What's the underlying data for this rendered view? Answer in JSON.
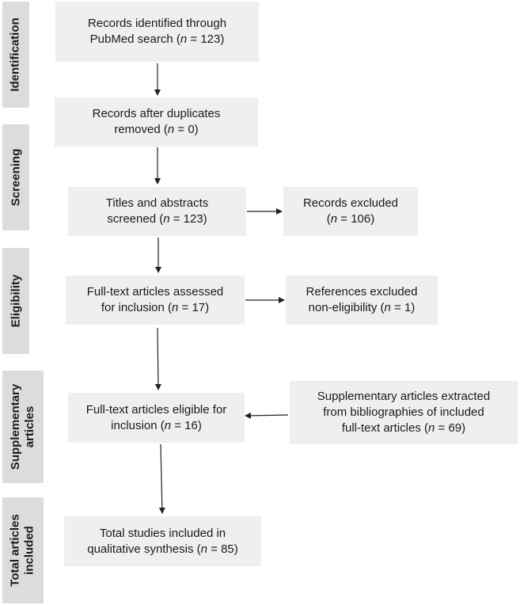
{
  "phases": {
    "identification": [
      "Identification"
    ],
    "screening": [
      "Screening"
    ],
    "eligibility": [
      "Eligibility"
    ],
    "supplementary": [
      "Supplementary",
      "articles"
    ],
    "total": [
      "Total articles",
      "included"
    ]
  },
  "boxes": {
    "records_identified": {
      "line1": "Records identified through",
      "line2_pre": "PubMed search (",
      "n_label": "n",
      "line2_post": " = 123)"
    },
    "after_duplicates": {
      "line1": "Records after duplicates",
      "line2_pre": "removed (",
      "n_label": "n",
      "line2_post": " = 0)"
    },
    "titles_screened": {
      "line1": "Titles and abstracts",
      "line2_pre": "screened (",
      "n_label": "n",
      "line2_post": " = 123)"
    },
    "records_excluded": {
      "line1": "Records excluded",
      "line2_pre": "(",
      "n_label": "n",
      "line2_post": " = 106)"
    },
    "fulltext_assessed": {
      "line1": "Full-text articles assessed",
      "line2_pre": "for inclusion (",
      "n_label": "n",
      "line2_post": " = 17)"
    },
    "references_excluded": {
      "line1": "References excluded",
      "line2_pre": "non-eligibility (",
      "n_label": "n",
      "line2_post": " = 1)"
    },
    "fulltext_eligible": {
      "line1": "Full-text articles eligible for",
      "line2_pre": "inclusion (",
      "n_label": "n",
      "line2_post": " = 16)"
    },
    "supplementary_extracted": {
      "line1": "Supplementary articles extracted",
      "line2": "from bibliographies of included",
      "line3_pre": "full-text articles (",
      "n_label": "n",
      "line3_post": " = 69)"
    },
    "total_included": {
      "line1": "Total studies included in",
      "line2_pre": "qualitative synthesis (",
      "n_label": "n",
      "line2_post": " = 85)"
    }
  }
}
